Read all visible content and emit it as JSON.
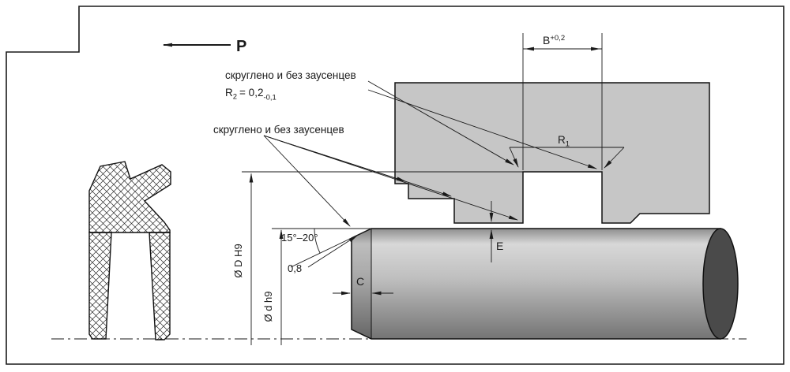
{
  "notes": {
    "rounded_burr_free_top": "скруглено и без заусенцев",
    "rounded_burr_free_mid": "скруглено и без заусенцев"
  },
  "dims": {
    "pressure": "P",
    "b": "B",
    "b_tol": "+0,2",
    "r1": "R",
    "r1_sub": "1",
    "r2": "R",
    "r2_sub": "2",
    "r2_val": "= 0,2",
    "r2_tol": "-0,1",
    "e": "E",
    "c": "C",
    "angle": "15°–20°",
    "edge_radius": "0,8",
    "groove_dia": "Ø D H9",
    "shaft_dia": "Ø d h9"
  },
  "colors": {
    "line": "#1a1a1a",
    "housing_fill": "#c6c6c6",
    "shaft_top": "#8e8e8e",
    "shaft_hi": "#d8d8d8",
    "shaft_mid": "#bfbfbf",
    "shaft_bottom": "#747474",
    "shaft_cap": "#4a4a4a"
  }
}
